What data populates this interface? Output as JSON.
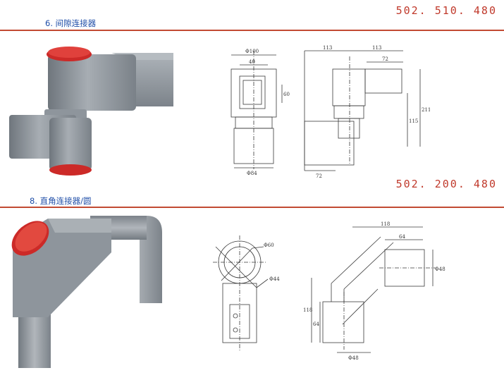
{
  "sections": [
    {
      "title": "6. 间隙连接器",
      "code": "502. 510. 480",
      "dimensions": [
        "Φ100",
        "40",
        "60",
        "Φ84",
        "113",
        "113",
        "72",
        "115",
        "211",
        "72"
      ]
    },
    {
      "title": "8. 直角连接器/圆",
      "code": "502. 200. 480",
      "dimensions": [
        "Φ60",
        "Φ44",
        "118",
        "64",
        "Φ48",
        "118",
        "64",
        "Φ48"
      ]
    }
  ],
  "colors": {
    "rule": "#c24a32",
    "title": "#1f4ea8",
    "code": "#c0392b",
    "part_body": "#8e959c",
    "part_cap": "#cc2a28"
  }
}
